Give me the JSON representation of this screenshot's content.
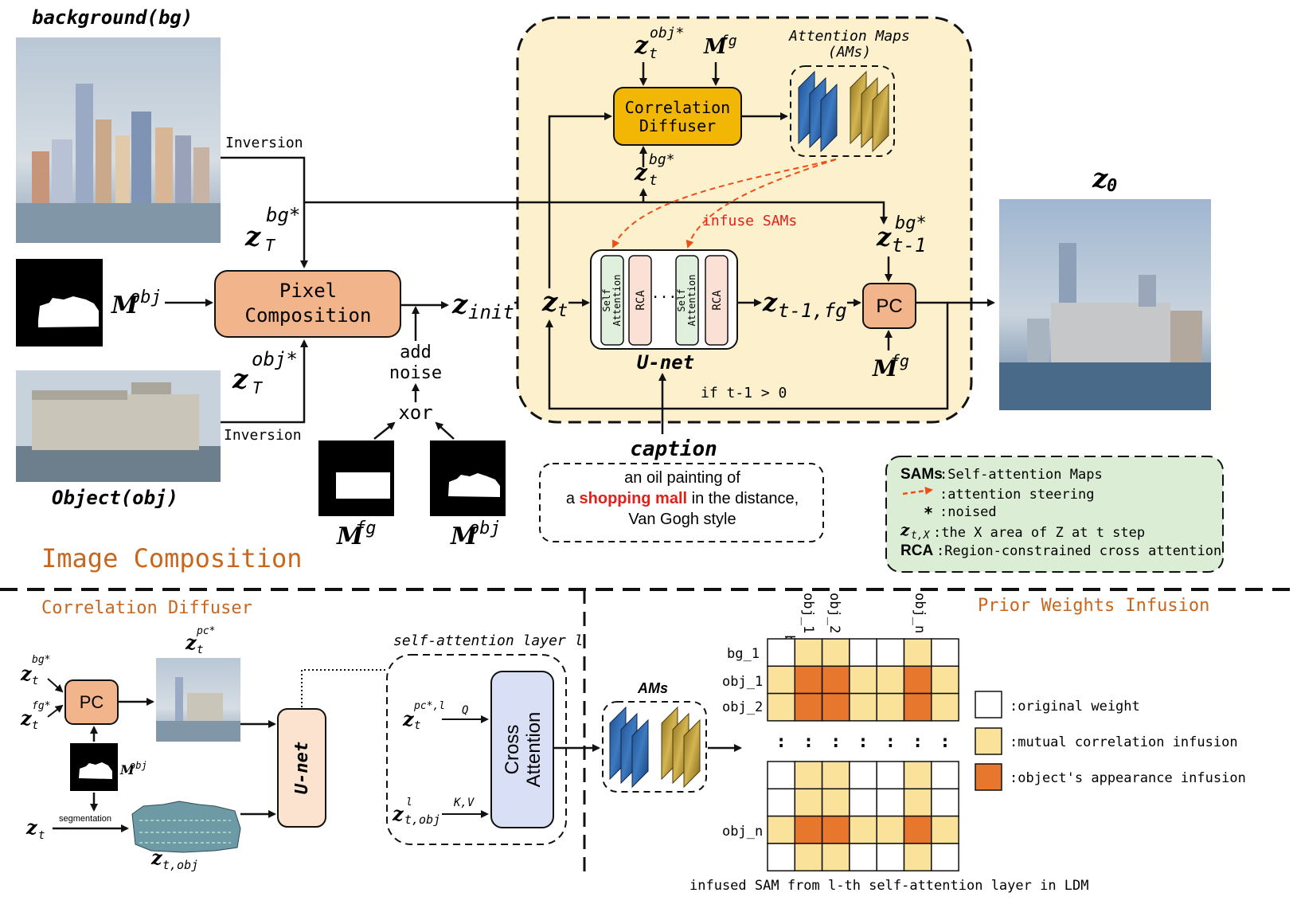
{
  "top": {
    "background_title": "background(bg)",
    "object_title": "Object(obj)",
    "inversion_top": "Inversion",
    "inversion_bottom": "Inversion",
    "z_symbol": "z",
    "bg_star": "bg*",
    "obj_star": "obj*",
    "T_sub": "T",
    "m_symbol": "M",
    "obj_sup": "obj",
    "fg_sup": "fg",
    "pixel_composition": [
      "Pixel",
      "Composition"
    ],
    "z_init_sub": "init",
    "add_noise": [
      "add",
      "noise"
    ],
    "xor": "xor",
    "section_title": "Image Composition",
    "z0_sub": "0"
  },
  "unet_block": {
    "correlation_diffuser": [
      "Correlation",
      "Diffuser"
    ],
    "attention_maps": [
      "Attention Maps",
      "(AMs)"
    ],
    "infuse_sams": "infuse SAMs",
    "self_attention": [
      "Self",
      "Attention"
    ],
    "rca": "RCA",
    "ellipsis": "...",
    "unet": "U-net",
    "pc": "PC",
    "t_sub": "t",
    "t1_sub": "t-1",
    "t1fg_sub": "t-1,fg",
    "loop_condition": "if t-1 > 0"
  },
  "caption": {
    "title": "caption",
    "line1": "an oil painting of",
    "line2_prefix": "a ",
    "line2_highlight": "shopping mall",
    "line2_suffix": " in the distance,",
    "line3": "Van Gogh style"
  },
  "legend_top": {
    "sams_key": "SAMs",
    "sams_val": ":Self-attention Maps",
    "steer_val": ":attention steering",
    "star_key": "*",
    "star_val": ":noised",
    "ztx_key": "z",
    "ztx_sub": "t,X",
    "ztx_val": ":the X area of Z at t step",
    "rca_key": "RCA",
    "rca_val": ":Region-constrained cross attention"
  },
  "correlation_diffuser_panel": {
    "title": "Correlation Diffuser",
    "z_symbol": "z",
    "bg_star": "bg*",
    "fg_star": "fg*",
    "pc_star": "pc*",
    "t_sub": "t",
    "pc": "PC",
    "m_obj": "M",
    "m_obj_sup": "obj",
    "segmentation": "segmentation",
    "t_obj_sub": "t,obj",
    "unet": "U-net",
    "self_attention_layer": "self-attention layer l",
    "q": "Q",
    "kv": "K,V",
    "pc_star_l": "pc*,l",
    "l_sup": "l",
    "cross_attention": [
      "Cross",
      "Attention"
    ]
  },
  "prior_weights_panel": {
    "title": "Prior Weights Infusion",
    "ams": "AMs",
    "col_labels": [
      "bg_1",
      "obj_1",
      "obj_2",
      "obj_n"
    ],
    "row_labels": [
      "bg_1",
      "obj_1",
      "obj_2",
      "obj_n"
    ],
    "dots": ":",
    "legend": [
      ":original weight",
      ":mutual correlation infusion",
      ":object's appearance infusion"
    ],
    "caption": "infused SAM from l-th self-attention layer in LDM",
    "grid_top": [
      [
        0,
        1,
        1,
        0,
        0,
        1,
        0
      ],
      [
        1,
        2,
        2,
        1,
        1,
        2,
        1
      ],
      [
        1,
        2,
        2,
        1,
        1,
        2,
        1
      ]
    ],
    "grid_bottom": [
      [
        0,
        1,
        1,
        0,
        0,
        1,
        0
      ],
      [
        0,
        1,
        1,
        0,
        0,
        1,
        0
      ],
      [
        1,
        2,
        2,
        1,
        1,
        2,
        1
      ],
      [
        0,
        1,
        1,
        0,
        0,
        1,
        0
      ]
    ]
  },
  "colors": {
    "pixel_composition": "#f2b48a",
    "correlation_diffuser": "#f2b705",
    "unet_panel": "#fdf0cd",
    "self_attention": "#dff0dc",
    "rca": "#fbe1d5",
    "legend_panel": "#dcedd5",
    "cross_attention": "#d9e0f5",
    "unet_small": "#fbe3cf",
    "section_title": "#c8661e",
    "caption_red": "#e0201b",
    "steer_arrow": "#ef4d16",
    "grid_white": "#ffffff",
    "grid_yellow": "#fbe29a",
    "grid_orange": "#e8772e"
  }
}
